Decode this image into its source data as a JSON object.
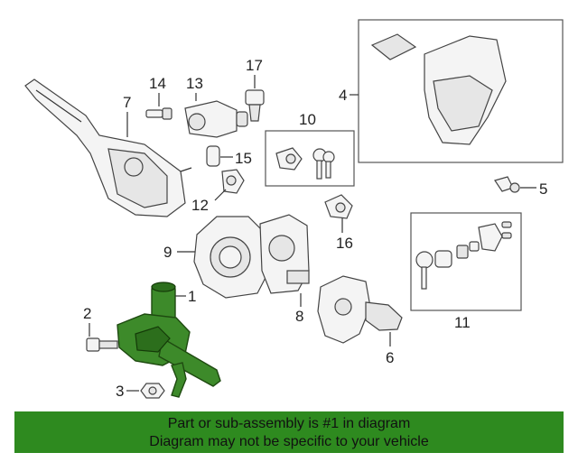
{
  "callouts": {
    "c1": "1",
    "c2": "2",
    "c3": "3",
    "c4": "4",
    "c5": "5",
    "c6": "6",
    "c7": "7",
    "c8": "8",
    "c9": "9",
    "c10": "10",
    "c11": "11",
    "c12": "12",
    "c13": "13",
    "c14": "14",
    "c15": "15",
    "c16": "16",
    "c17": "17"
  },
  "banner": {
    "line1": "Part or sub-assembly is #1 in diagram",
    "line2": "Diagram may not be specific to your vehicle"
  },
  "colors": {
    "highlight": "#3d8a2a",
    "banner": "#2e8a1f"
  }
}
